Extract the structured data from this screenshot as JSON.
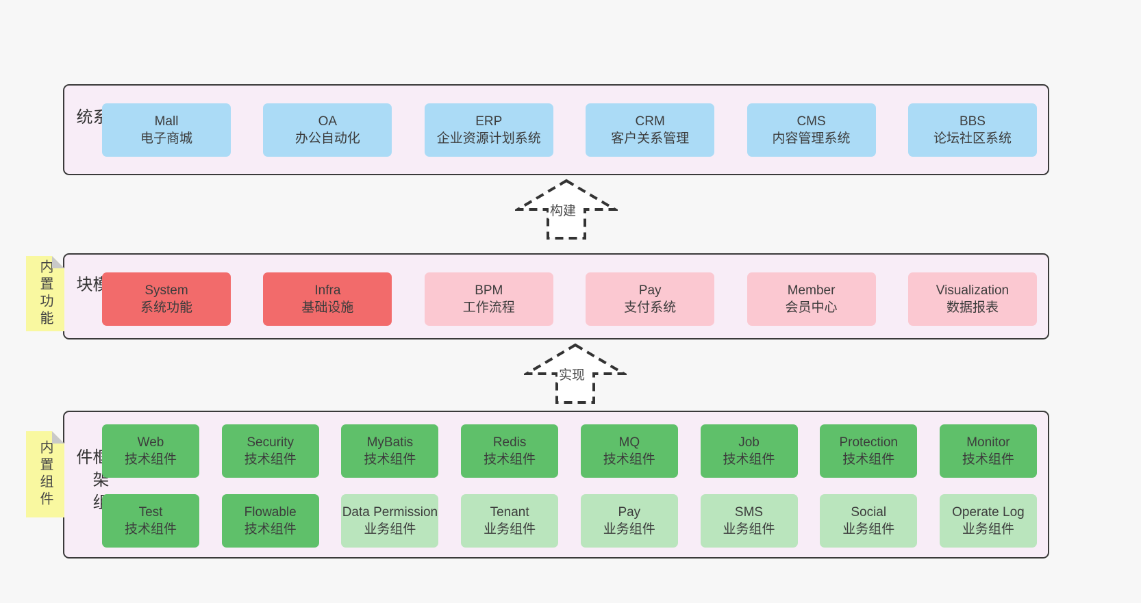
{
  "colors": {
    "page-bg": "#f7f7f7",
    "panel-bg": "#f8edf7",
    "panel-border": "#3a3a3a",
    "box-blue": "#abdbf6",
    "box-red": "#f26b6b",
    "box-pink": "#fbc8d1",
    "box-green": "#5fc06a",
    "box-green-light": "#bae5bd",
    "note-bg": "#f9f8a0",
    "note-fold": "#c9c9c9",
    "arrow-color": "#333333",
    "text-color": "#3d3d3d"
  },
  "sections": [
    {
      "label": "业务系统",
      "boxes": [
        {
          "en": "Mall",
          "zh": "电子商城"
        },
        {
          "en": "OA",
          "zh": "办公自动化"
        },
        {
          "en": "ERP",
          "zh": "企业资源计划系统"
        },
        {
          "en": "CRM",
          "zh": "客户关系管理"
        },
        {
          "en": "CMS",
          "zh": "内容管理系统"
        },
        {
          "en": "BBS",
          "zh": "论坛社区系统"
        }
      ]
    },
    {
      "label": "通用模块",
      "note": "内置功能",
      "boxes": [
        {
          "en": "System",
          "zh": "系统功能"
        },
        {
          "en": "Infra",
          "zh": "基础设施"
        },
        {
          "en": "BPM",
          "zh": "工作流程"
        },
        {
          "en": "Pay",
          "zh": "支付系统"
        },
        {
          "en": "Member",
          "zh": "会员中心"
        },
        {
          "en": "Visualization",
          "zh": "数据报表"
        }
      ]
    },
    {
      "label": "框架组件",
      "note": "内置组件",
      "rows": [
        [
          {
            "en": "Web",
            "zh": "技术组件"
          },
          {
            "en": "Security",
            "zh": "技术组件"
          },
          {
            "en": "MyBatis",
            "zh": "技术组件"
          },
          {
            "en": "Redis",
            "zh": "技术组件"
          },
          {
            "en": "MQ",
            "zh": "技术组件"
          },
          {
            "en": "Job",
            "zh": "技术组件"
          },
          {
            "en": "Protection",
            "zh": "技术组件"
          },
          {
            "en": "Monitor",
            "zh": "技术组件"
          }
        ],
        [
          {
            "en": "Test",
            "zh": "技术组件"
          },
          {
            "en": "Flowable",
            "zh": "技术组件"
          },
          {
            "en": "Data Permission",
            "zh": "业务组件"
          },
          {
            "en": "Tenant",
            "zh": "业务组件"
          },
          {
            "en": "Pay",
            "zh": "业务组件"
          },
          {
            "en": "SMS",
            "zh": "业务组件"
          },
          {
            "en": "Social",
            "zh": "业务组件"
          },
          {
            "en": "Operate Log",
            "zh": "业务组件"
          }
        ]
      ]
    }
  ],
  "arrows": [
    {
      "label": "构建"
    },
    {
      "label": "实现"
    }
  ]
}
